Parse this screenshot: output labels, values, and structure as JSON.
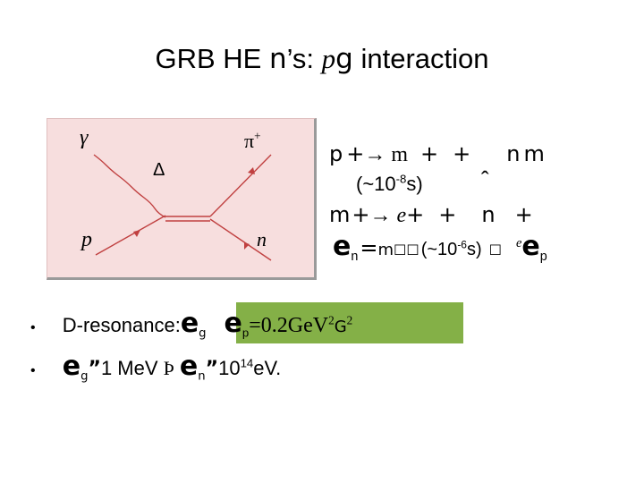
{
  "title": {
    "prefix": "GRB HE ",
    "nu_glyph": "n",
    "quote_s": "’s: ",
    "p": "p",
    "gamma": "g",
    "suffix": " interaction"
  },
  "figure": {
    "gamma_label": "γ",
    "pi_label": "π",
    "pi_charge": "+",
    "delta_label": "Δ",
    "p_label": "p",
    "n_label": "n"
  },
  "equations": {
    "line1": {
      "pi": "p",
      "plus1": "+",
      "arrow": "→ m",
      "plus2": "+",
      "plus3": "+",
      "nu": "n",
      "mu": "m"
    },
    "line1_time": {
      "open": "(~10",
      "exp": "-8",
      "close": "s)"
    },
    "line1_mark": "ˆ",
    "line2": {
      "mu": "m",
      "plus1": "+",
      "arrow": "→ ",
      "e": "e",
      "plus2": "+",
      "plus3": "+",
      "nu": "n",
      "plus4": "+"
    },
    "line3": {
      "eps": "e",
      "sub_nu": "n",
      "equals": "=",
      "mu": "m",
      "garble1": "☐☐",
      "time_open": "(~10",
      "time_exp": "-6",
      "time_close": "s)",
      "garble2": "☐",
      "e_sup": "e",
      "eps2": "e",
      "sub_p": "p"
    }
  },
  "bullets": [
    {
      "dot": "•",
      "delta": "D",
      "text": "-resonance:",
      "eps1": "e",
      "sub_gamma": "g",
      "eps2": "e",
      "sub_p": "p",
      "value": "=0.2GeV",
      "sup2": "2",
      "g_glyph": "G",
      "sup_2b": "2"
    },
    {
      "dot": "•",
      "eps1": "e",
      "sub_gamma": "g",
      "approx1": "”",
      "text1": "1 MeV ",
      "implies": "Þ",
      "eps2": "e",
      "sub_nu": "n",
      "approx2": "”",
      "value": "10",
      "exp": "14",
      "unit": "eV."
    }
  ],
  "colors": {
    "highlight": "#84b047",
    "figure_bg": "#f7dede",
    "figure_lines": "#c04040"
  }
}
